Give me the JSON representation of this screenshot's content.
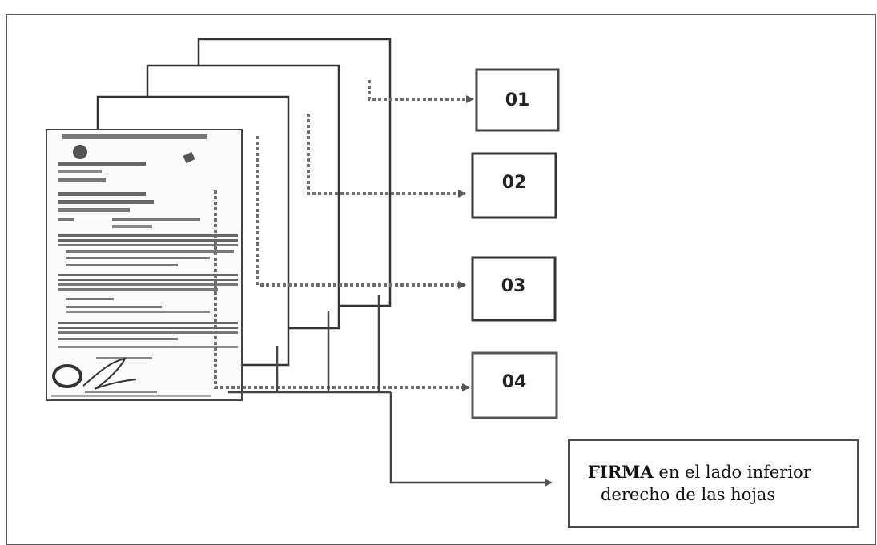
{
  "boxes": [
    {
      "label": "01"
    },
    {
      "label": "02"
    },
    {
      "label": "03"
    },
    {
      "label": "04"
    }
  ],
  "note": {
    "bold": "FIRMA",
    "line1_rest": " en el lado inferior",
    "line2": "derecho de las hojas"
  },
  "colors": {
    "frame": "#5a5a5a",
    "page_border": "#333333",
    "dotted_connector": "#6e6e6e",
    "arrow_head": "#555555"
  }
}
